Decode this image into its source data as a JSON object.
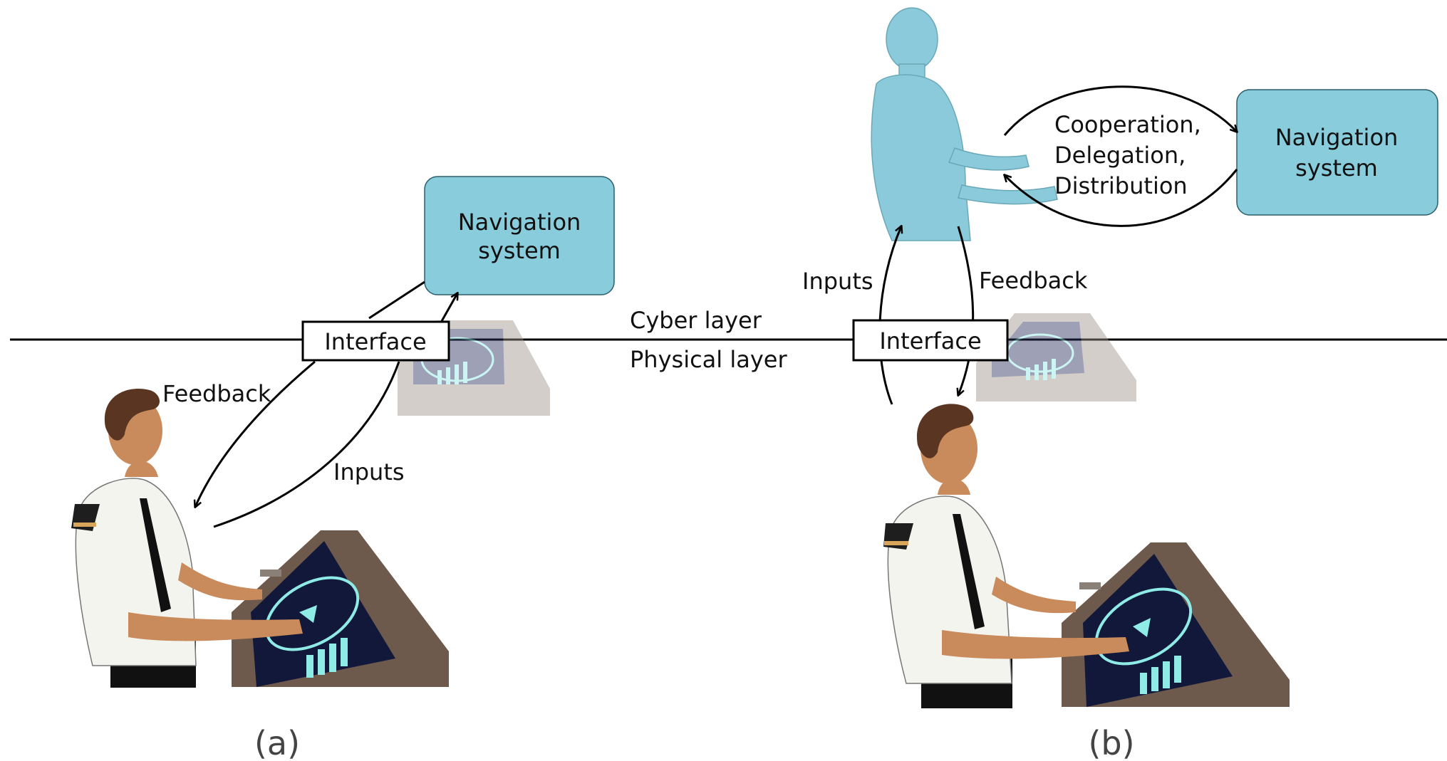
{
  "layers": {
    "cyber": "Cyber layer",
    "physical": "Physical layer"
  },
  "panel_a": {
    "caption": "(a)",
    "navigation_box": {
      "line1": "Navigation",
      "line2": "system"
    },
    "interface": "Interface",
    "feedback": "Feedback",
    "inputs": "Inputs"
  },
  "panel_b": {
    "caption": "(b)",
    "navigation_box": {
      "line1": "Navigation",
      "line2": "system"
    },
    "interface": "Interface",
    "feedback": "Feedback",
    "inputs": "Inputs",
    "relation": {
      "line1": "Cooperation,",
      "line2": "Delegation,",
      "line3": "Distribution"
    }
  },
  "colors": {
    "navigation_box": "#89CDDD",
    "digital_twin": "#8ACADB",
    "skin": "#C98A5C",
    "hair": "#5A3622",
    "shirt": "#F4F4EE",
    "console": "#6E5A4C",
    "screen": "#12183A",
    "screen_glyph": "#8EEBE6",
    "line": "#000000"
  }
}
